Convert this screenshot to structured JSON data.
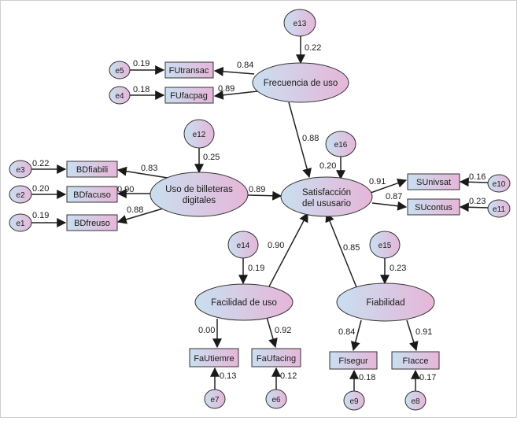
{
  "diagram": {
    "colors": {
      "gradient_left": "#c9dff0",
      "gradient_right": "#e6b6d8",
      "stroke": "#333333",
      "arrow": "#1a1a1a"
    },
    "latent": {
      "frecuencia": "Frecuencia de uso",
      "uso_line1": "Uso de billeteras",
      "uso_line2": "digitales",
      "satis_line1": "Satisfacción",
      "satis_line2": "del ususario",
      "facilidad": "Facilidad de uso",
      "fiabilidad": "Fiabilidad"
    },
    "observed": {
      "FUtransac": "FUtransac",
      "FUfacpag": "FUfacpag",
      "BDfiabili": "BDfiabili",
      "BDfacuso": "BDfacuso",
      "BDfreuso": "BDfreuso",
      "SUnivsat": "SUnivsat",
      "SUcontus": "SUcontus",
      "FaUtiemre": "FaUtiemre",
      "FaUfacing": "FaUfacing",
      "FIsegur": "FIsegur",
      "FIacce": "FIacce"
    },
    "errors": {
      "e1": "e1",
      "e2": "e2",
      "e3": "e3",
      "e4": "e4",
      "e5": "e5",
      "e6": "e6",
      "e7": "e7",
      "e8": "e8",
      "e9": "e9",
      "e10": "e10",
      "e11": "e11",
      "e12": "e12",
      "e13": "e13",
      "e14": "e14",
      "e15": "e15",
      "e16": "e16"
    },
    "coefficients": {
      "e13_frec": "0.22",
      "frec_FUtransac": "0.84",
      "frec_FUfacpag": "0.89",
      "e5_FUtransac": "0.19",
      "e4_FUfacpag": "0.18",
      "frec_satis": "0.88",
      "e16_satis": "0.20",
      "e12_uso": "0.25",
      "uso_BDfiabili": "0.83",
      "uso_BDfacuso": "0.90",
      "uso_BDfreuso": "0.88",
      "e3_BDfiabili": "0.22",
      "e2_BDfacuso": "0.20",
      "e1_BDfreuso": "0.19",
      "uso_satis": "0.89",
      "satis_SUnivsat": "0.91",
      "satis_SUcontus": "0.87",
      "e10_SUnivsat": "0.16",
      "e11_SUcontus": "0.23",
      "fac_satis": "0.90",
      "fia_satis": "0.85",
      "e14_fac": "0.19",
      "e15_fia": "0.23",
      "fac_FaUtiemre": "0.00",
      "fac_FaUfacing": "0.92",
      "fia_FIsegur": "0.84",
      "fia_FIacce": "0.91",
      "e7_FaUtiemre": "0.13",
      "e6_FaUfacing": "0.12",
      "e9_FIsegur": "0.18",
      "e8_FIacce": "0.17"
    }
  }
}
